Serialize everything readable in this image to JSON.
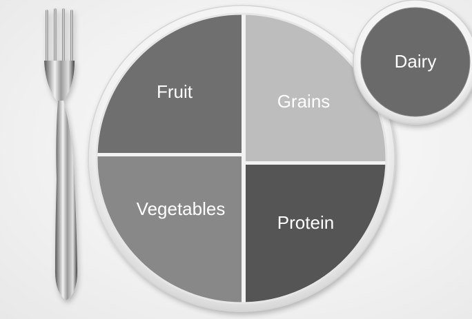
{
  "sections": {
    "fruit": {
      "label": "Fruit",
      "color": "#6f6f6f"
    },
    "grains": {
      "label": "Grains",
      "color": "#bdbdbd"
    },
    "vegetables": {
      "label": "Vegetables",
      "color": "#888888"
    },
    "protein": {
      "label": "Protein",
      "color": "#555555"
    },
    "dairy": {
      "label": "Dairy",
      "color": "#6a6a6a"
    }
  },
  "icons": {
    "utensil": "fork-icon"
  }
}
